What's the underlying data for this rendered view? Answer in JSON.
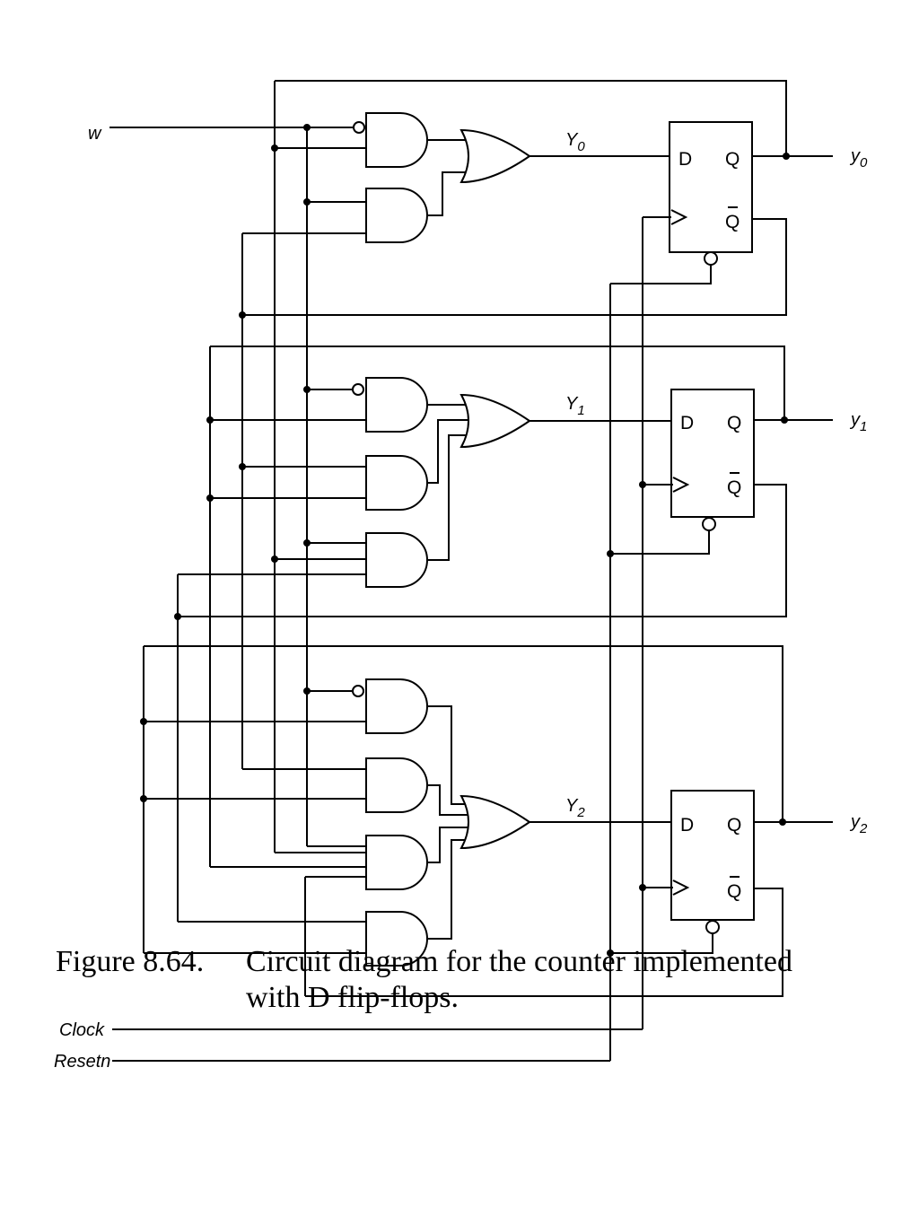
{
  "figure": {
    "number": "Figure 8.64.",
    "caption_line1": "Circuit diagram for the counter implemented",
    "caption_line2": "with D flip-flops."
  },
  "inputs": {
    "w": "w",
    "clock": "Clock",
    "reset": "Resetn"
  },
  "next_state": {
    "base": "Y",
    "subs": [
      "0",
      "1",
      "2"
    ]
  },
  "outputs": {
    "base": "y",
    "subs": [
      "0",
      "1",
      "2"
    ]
  },
  "flipflop": {
    "d": "D",
    "q": "Q",
    "qbar": "Q",
    "bar": "¯"
  }
}
